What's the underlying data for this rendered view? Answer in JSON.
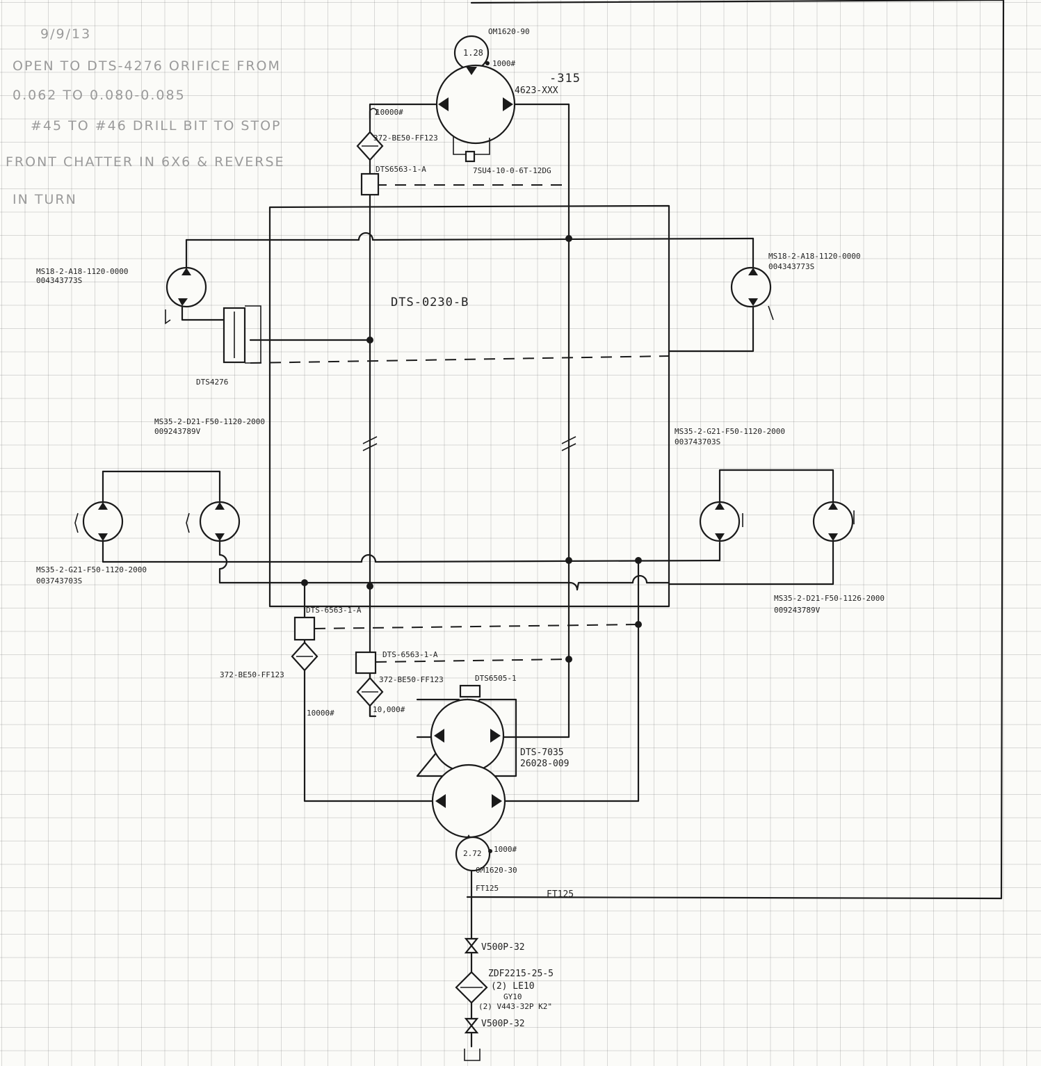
{
  "notes": {
    "date": "9/9/13",
    "line1": "OPEN TO DTS-4276 ORIFICE FROM",
    "line2": "0.062 TO 0.080-0.085",
    "line3": "#45 TO #46 DRILL BIT TO STOP",
    "line4": "FRONT CHATTER IN 6X6 & REVERSE",
    "line5": "IN TURN"
  },
  "labels": {
    "top_gauge_part": "OM1620-90",
    "top_gauge_value": "1.28",
    "top_gauge_psi": "1000#",
    "top_pump_model": "-315",
    "top_pump_part": "4623-XXX",
    "top_check_psi": "10000#",
    "top_filter": "372-BE50-FF123",
    "top_valve": "DTS6563-1-A",
    "top_switch": "7SU4-10-0-6T-12DG",
    "center_block": "DTS-0230-B",
    "motor_ul_part": "MS18-2-A18-1120-0000",
    "motor_ul_serial": "004343773S",
    "motor_ur_part": "MS18-2-A18-1120-0000",
    "motor_ur_serial": "004343773S",
    "orifice": "DTS4276",
    "motor_ml_part": "MS35-2-D21-F50-1120-2000",
    "motor_ml_serial": "009243789V",
    "motor_mr_part": "MS35-2-G21-F50-1120-2000",
    "motor_mr_serial": "003743703S",
    "motor_ll_part": "MS35-2-G21-F50-1120-2000",
    "motor_ll_serial": "003743703S",
    "motor_lr_part": "MS35-2-D21-F50-1126-2000",
    "motor_lr_serial": "009243789V",
    "valve_lower_left": "DTS-6563-1-A",
    "valve_lower_mid": "DTS-6563-1-A",
    "filter_lower_left": "372-BE50-FF123",
    "filter_lower_mid": "372-BE50-FF123",
    "check_left_psi": "10000#",
    "check_mid_psi": "10,000#",
    "shuttle": "DTS6505-1",
    "lower_pump_model": "DTS-7035",
    "lower_pump_part": "26028-009",
    "bottom_gauge_value": "2.72",
    "bottom_gauge_psi": "1000#",
    "bottom_gauge_part": "OM1620-30",
    "fitting_a": "FT125",
    "fitting_b": "FT125",
    "ball_valve_top": "V500P-32",
    "filter_main": "ZDF2215-25-5",
    "element_a": "(2) LE10",
    "element_b": "GY10",
    "hose": "(2) V443-32P K2\"",
    "ball_valve_bottom": "V500P-32"
  }
}
